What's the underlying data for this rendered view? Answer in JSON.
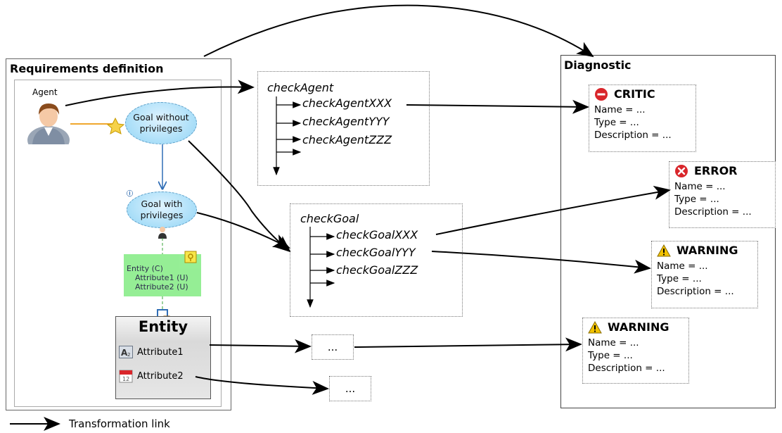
{
  "requirements": {
    "title": "Requirements definition",
    "agent_label": "Agent",
    "goal_without": "Goal without privileges",
    "goal_with": "Goal with privileges",
    "entity_lines": [
      "Entity (C)",
      "Attribute1 (U)",
      "Attribute2 (U)"
    ],
    "entity_title": "Entity",
    "attributes": [
      "Attribute1",
      "Attribute2"
    ]
  },
  "check_agent": {
    "title": "checkAgent",
    "items": [
      "checkAgentXXX",
      "checkAgentYYY",
      "checkAgentZZZ"
    ]
  },
  "check_goal": {
    "title": "checkGoal",
    "items": [
      "checkGoalXXX",
      "checkGoalYYY",
      "checkGoalZZZ"
    ]
  },
  "ellipsis_boxes": [
    "...",
    "..."
  ],
  "diagnostic": {
    "title": "Diagnostic",
    "cards": [
      {
        "level": "CRITIC",
        "icon": "critic-icon",
        "color": "#d9262b",
        "lines": [
          "Name = ...",
          "Type = ...",
          "Description = ..."
        ]
      },
      {
        "level": "ERROR",
        "icon": "error-icon",
        "color": "#d9262b",
        "lines": [
          "Name = ...",
          "Type = ...",
          "Description = ..."
        ]
      },
      {
        "level": "WARNING",
        "icon": "warning-icon",
        "color": "#f2c200",
        "lines": [
          "Name = ...",
          "Type = ...",
          "Description = ..."
        ]
      },
      {
        "level": "WARNING",
        "icon": "warning-icon",
        "color": "#f2c200",
        "lines": [
          "Name = ...",
          "Type = ...",
          "Description = ..."
        ]
      }
    ]
  },
  "legend": {
    "label": "Transformation link"
  }
}
